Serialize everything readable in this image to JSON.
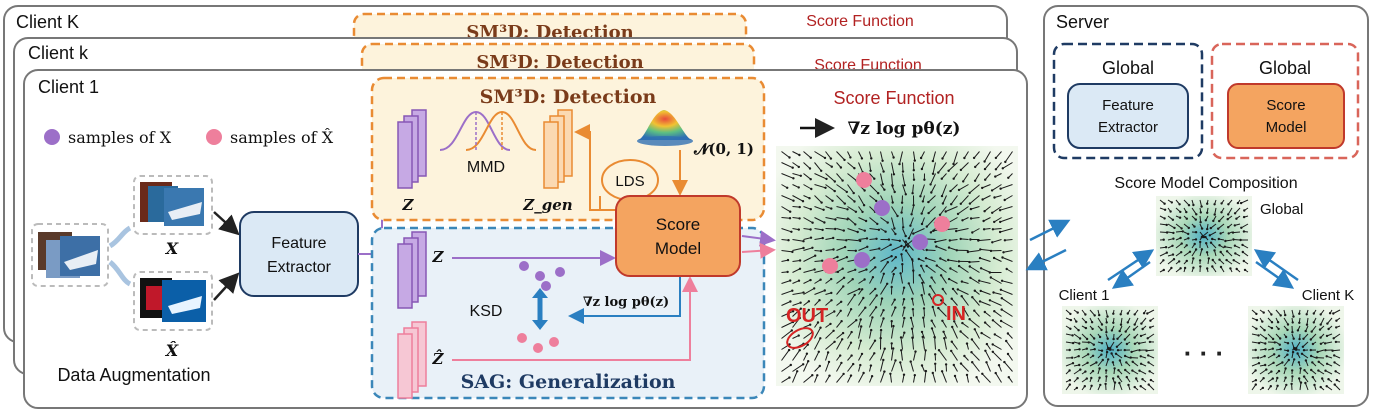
{
  "clients": {
    "k_cap_label": "Client K",
    "k_label": "Client k",
    "one_label": "Client 1"
  },
  "legend": {
    "x_samples": "samples of X",
    "xhat_samples": "samples of X̂"
  },
  "augmentation": {
    "x_label": "X",
    "xhat_label": "X̂",
    "caption": "Data Augmentation"
  },
  "feature_extractor": {
    "label_line1": "Feature",
    "label_line2": "Extractor"
  },
  "detection": {
    "title": "SM³D: Detection",
    "mmd_label": "MMD",
    "z_label": "Z",
    "z_gen_label": "Z_gen",
    "lds_label": "LDS",
    "normal_label": "𝓝(0, 1)",
    "back_title_1": "SM³D: Detection",
    "back_title_2": "SM³D: Detection"
  },
  "score_model": {
    "label_line1": "Score",
    "label_line2": "Model"
  },
  "generalization": {
    "title": "SAG: Generalization",
    "z_label": "Z",
    "zhat_label": "Ẑ",
    "ksd_label": "KSD",
    "grad_label": "∇z log pθ(z)"
  },
  "score_function": {
    "title": "Score Function",
    "formula": "∇z log pθ(z)",
    "out_label": "OUT",
    "in_label": "IN",
    "back_title_1": "Score Function",
    "back_title_2": "Score Function"
  },
  "server": {
    "title": "Server",
    "global_fe_heading": "Global",
    "global_fe_line1": "Feature",
    "global_fe_line2": "Extractor",
    "global_sm_heading": "Global",
    "global_sm_line1": "Score",
    "global_sm_line2": "Model",
    "composition_title": "Score Model Composition",
    "global_field_label": "Global",
    "client1_label": "Client 1",
    "clientk_label": "Client K",
    "ellipsis": "· · ·"
  },
  "colors": {
    "purple": "#9c6fc8",
    "pink": "#ee7f9c",
    "orange": "#f4a460",
    "orange_border": "#e98b33",
    "blue_border": "#3b87b9",
    "navy": "#1f3b63",
    "red": "#c0392b"
  }
}
